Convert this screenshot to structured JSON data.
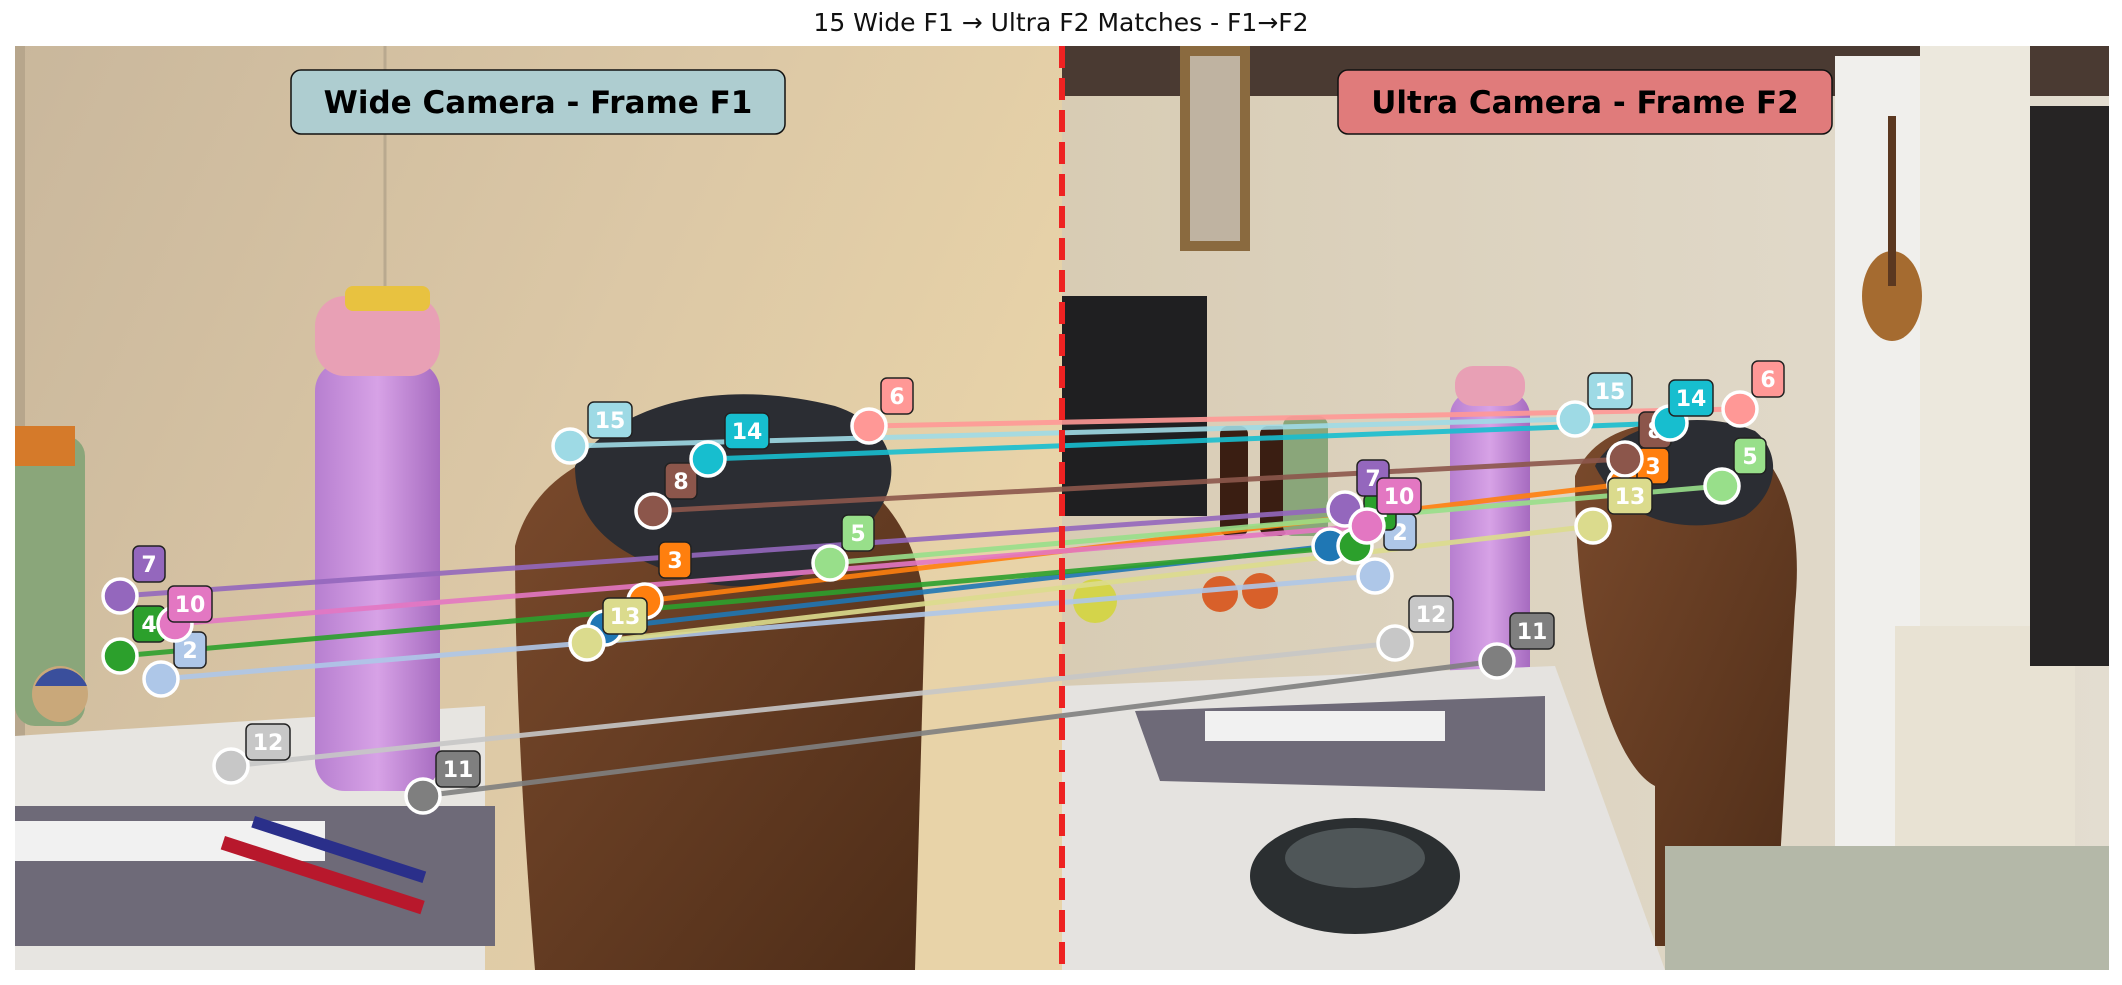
{
  "title": "15 Wide F1 → Ultra F2 Matches - F1→F2",
  "panels": {
    "left": {
      "label": "Wide Camera - Frame F1",
      "label_bg": "#aecdd0"
    },
    "right": {
      "label": "Ultra Camera - Frame F2",
      "label_bg": "#e07b7b"
    }
  },
  "divider_color": "#ee2222",
  "matches": [
    {
      "id": "1",
      "label": "",
      "color": "#1f77b4"
    },
    {
      "id": "2",
      "label": "2",
      "color": "#aec7e8"
    },
    {
      "id": "3",
      "label": "3",
      "color": "#ff7f0e"
    },
    {
      "id": "4",
      "label": "4",
      "color": "#2ca02c"
    },
    {
      "id": "5",
      "label": "5",
      "color": "#98df8a"
    },
    {
      "id": "6",
      "label": "6",
      "color": "#ff9896"
    },
    {
      "id": "7",
      "label": "7",
      "color": "#9467bd"
    },
    {
      "id": "8",
      "label": "8",
      "color": "#8c564b"
    },
    {
      "id": "10",
      "label": "10",
      "color": "#e377c2"
    },
    {
      "id": "11",
      "label": "11",
      "color": "#7f7f7f"
    },
    {
      "id": "12",
      "label": "12",
      "color": "#c7c7c7"
    },
    {
      "id": "13",
      "label": "13",
      "color": "#dbdb8d"
    },
    {
      "id": "14",
      "label": "14",
      "color": "#17becf"
    },
    {
      "id": "15",
      "label": "15",
      "color": "#9edae5"
    }
  ]
}
